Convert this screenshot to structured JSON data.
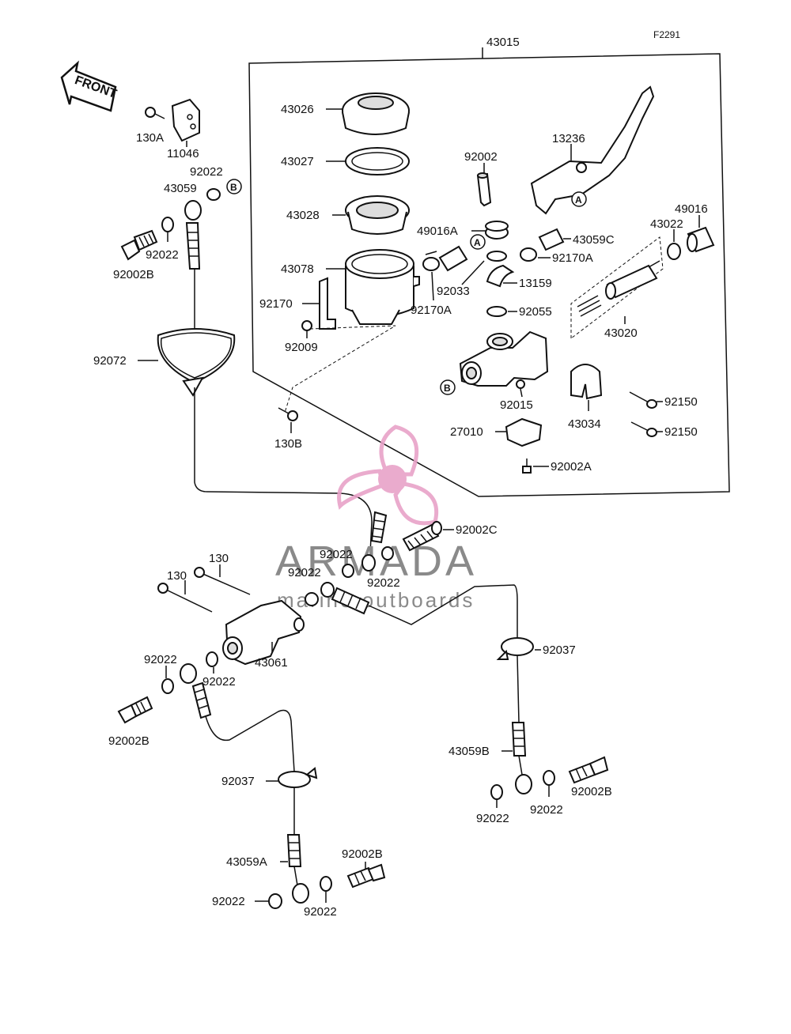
{
  "figure_code": "F2291",
  "front_arrow": "FRONT",
  "watermark": {
    "brand": "ARMADA",
    "tagline": "marine outboards",
    "logo_color": "#e8a2c8",
    "text_color": "#8a8a8a"
  },
  "callouts": {
    "a": "A",
    "b": "B"
  },
  "parts": {
    "p43015": "43015",
    "p43026": "43026",
    "p43027": "43027",
    "p43028": "43028",
    "p43078": "43078",
    "p92170": "92170",
    "p92009": "92009",
    "p92002": "92002",
    "p13236": "13236",
    "p49016A": "49016A",
    "p43059C": "43059C",
    "p43022": "43022",
    "p49016": "49016",
    "p92170A_1": "92170A",
    "p92170A_2": "92170A",
    "p92033": "92033",
    "p13159": "13159",
    "p92055": "92055",
    "p43020": "43020",
    "p92015": "92015",
    "p43034": "43034",
    "p92150_1": "92150",
    "p92150_2": "92150",
    "p27010": "27010",
    "p92002A": "92002A",
    "p130B": "130B",
    "p130A": "130A",
    "p11046": "11046",
    "p92022_top": "92022",
    "p43059": "43059",
    "p92022_b": "92022",
    "p92002B_top": "92002B",
    "p92072": "92072",
    "p92002C": "92002C",
    "p92022_m1": "92022",
    "p92022_m2": "92022",
    "p92022_m3": "92022",
    "p130_1": "130",
    "p130_2": "130",
    "p43061": "43061",
    "p92022_l1": "92022",
    "p92022_l2": "92022",
    "p92002B_l": "92002B",
    "p92037_r": "92037",
    "p43059B": "43059B",
    "p92002B_r": "92002B",
    "p92022_r1": "92022",
    "p92022_r2": "92022",
    "p92037_l": "92037",
    "p43059A": "43059A",
    "p92002B_b": "92002B",
    "p92022_bl": "92022",
    "p92022_br": "92022"
  }
}
